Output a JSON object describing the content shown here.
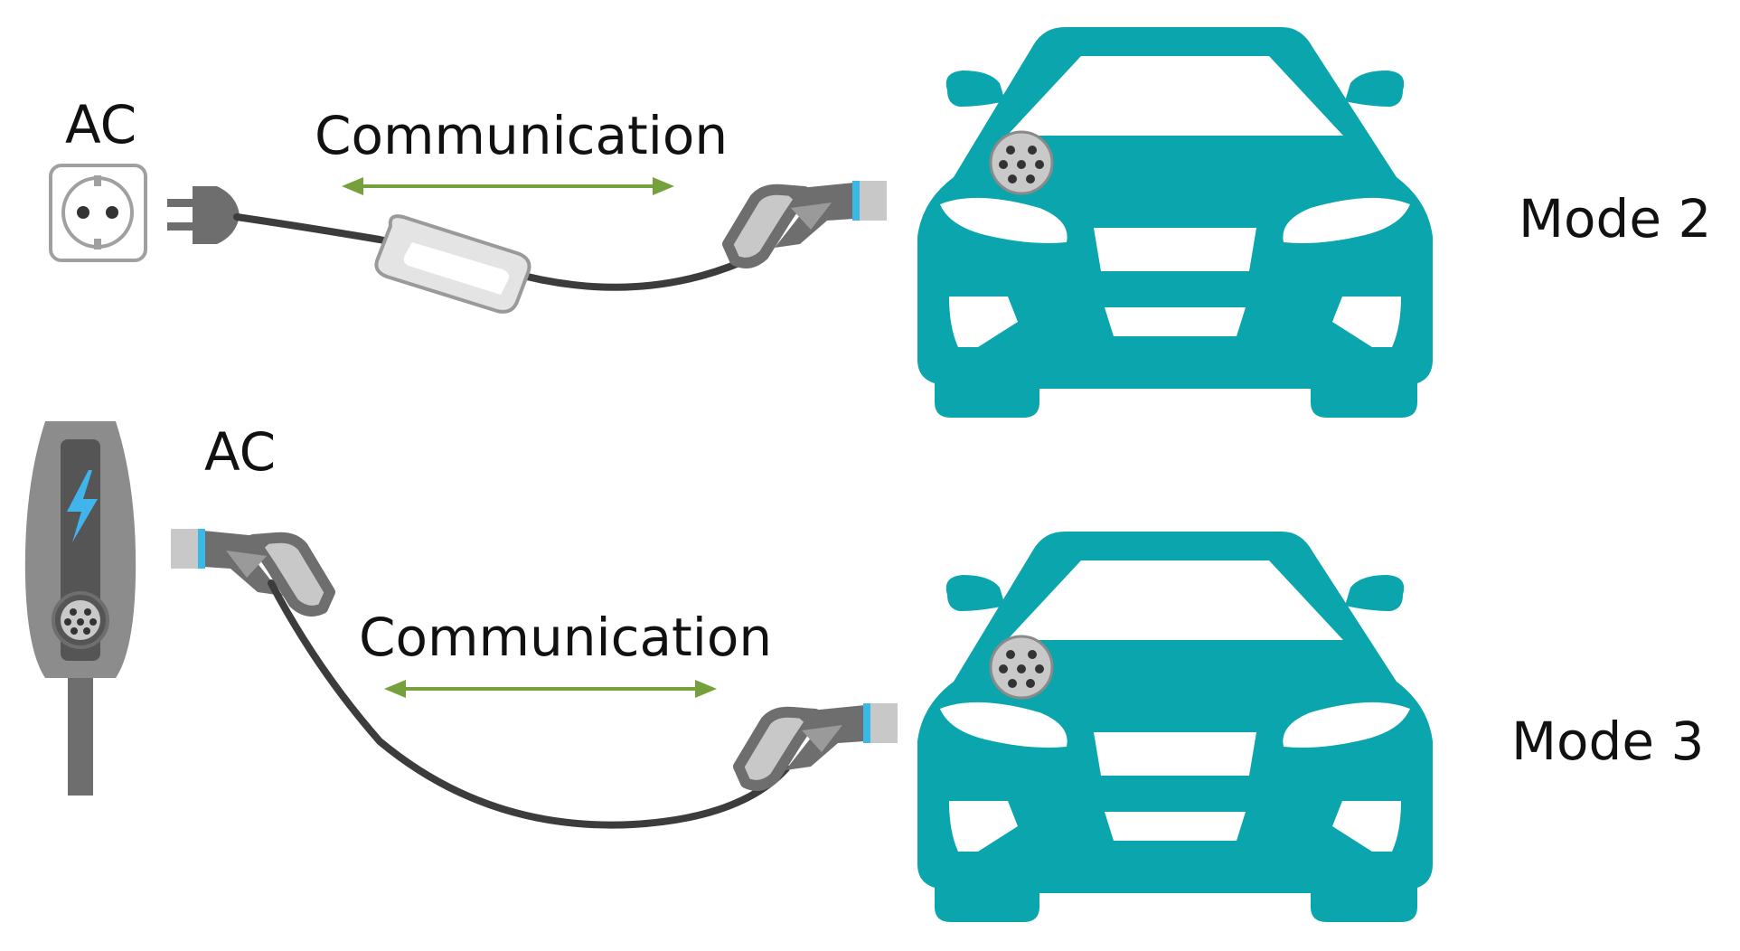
{
  "mode2": {
    "source_label": "AC",
    "communication_label": "Communication",
    "mode_label": "Mode 2"
  },
  "mode3": {
    "source_label": "AC",
    "communication_label": "Communication",
    "mode_label": "Mode 3"
  },
  "colors": {
    "car": "#0aa5ad",
    "cable": "#3c3c3c",
    "arrow": "#76a03c",
    "plug_dark": "#6e6e6e",
    "plug_light": "#c8c8c8",
    "plug_accent": "#3ab9e6",
    "station_body": "#8c8c8c",
    "station_strip": "#555555",
    "bolt": "#42b4ec",
    "socket_outline": "#8a8a8a",
    "control_box": "#e4e4e4"
  }
}
